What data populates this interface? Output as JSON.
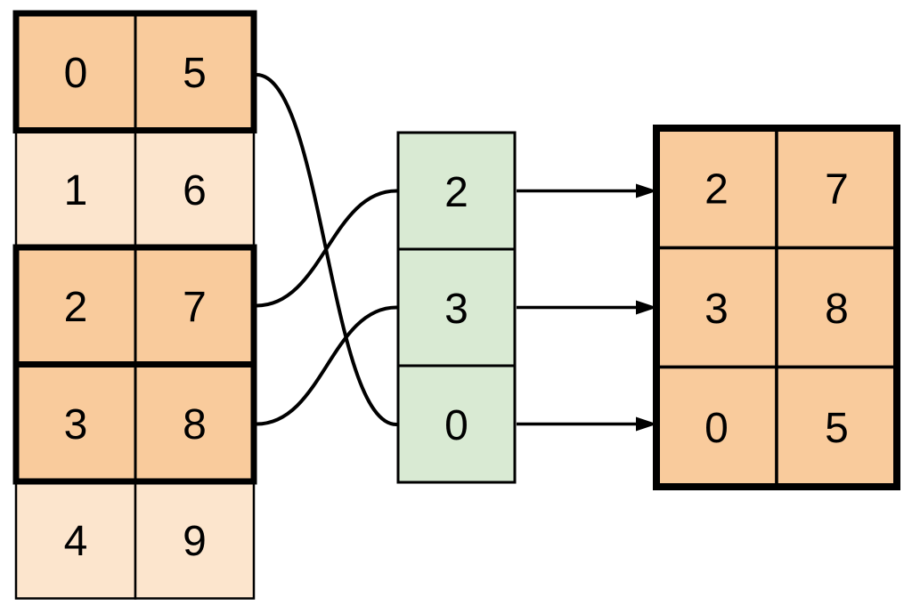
{
  "colors": {
    "highlight_fill": "#F9CB9C",
    "dim_fill": "#FCE5CD",
    "index_fill": "#D9EAD3",
    "line": "#000000",
    "background": "#FFFFFF"
  },
  "source_table": {
    "rows": [
      {
        "cells": [
          "0",
          "5"
        ],
        "highlighted": true
      },
      {
        "cells": [
          "1",
          "6"
        ],
        "highlighted": false
      },
      {
        "cells": [
          "2",
          "7"
        ],
        "highlighted": true
      },
      {
        "cells": [
          "3",
          "8"
        ],
        "highlighted": true
      },
      {
        "cells": [
          "4",
          "9"
        ],
        "highlighted": false
      }
    ]
  },
  "index_column": {
    "values": [
      "2",
      "3",
      "0"
    ]
  },
  "result_table": {
    "rows": [
      [
        "2",
        "7"
      ],
      [
        "3",
        "8"
      ],
      [
        "0",
        "5"
      ]
    ]
  },
  "connections": {
    "curves": [
      {
        "source_row_values": [
          "0",
          "5"
        ],
        "index_value": "0"
      },
      {
        "source_row_values": [
          "2",
          "7"
        ],
        "index_value": "2"
      },
      {
        "source_row_values": [
          "3",
          "8"
        ],
        "index_value": "3"
      }
    ],
    "arrows": [
      {
        "index_value": "2",
        "result_row": [
          "2",
          "7"
        ]
      },
      {
        "index_value": "3",
        "result_row": [
          "3",
          "8"
        ]
      },
      {
        "index_value": "0",
        "result_row": [
          "0",
          "5"
        ]
      }
    ]
  }
}
